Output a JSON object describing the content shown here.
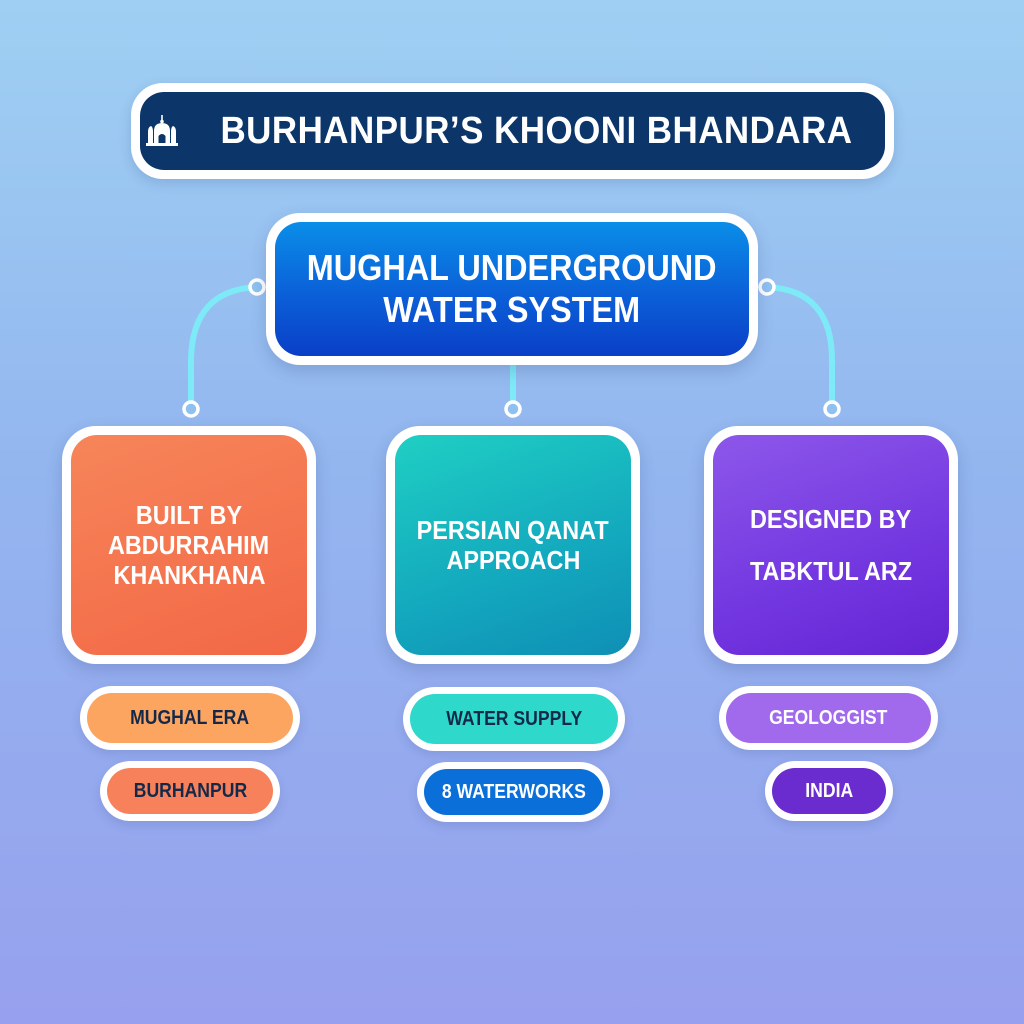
{
  "title": {
    "icon": "mosque-dome-icon",
    "text": "BURHANPUR’S KHOONI BHANDARA"
  },
  "central_node": {
    "lines": [
      "MUGHAL UNDERGROUND",
      "WATER SYSTEM"
    ]
  },
  "branches": [
    {
      "id": "builder",
      "lines": [
        "BUILT BY",
        "ABDURRAHIM",
        "KHANKHANA"
      ],
      "color": "#f26846",
      "tags": [
        {
          "label": "MUGHAL ERA",
          "bg": "#fca561",
          "text_color": "#14294a"
        },
        {
          "label": "BURHANPUR",
          "bg": "#f7815a",
          "text_color": "#14294a"
        }
      ]
    },
    {
      "id": "approach",
      "lines": [
        "PERSIAN QANAT",
        "APPROACH"
      ],
      "color": "#13a8be",
      "tags": [
        {
          "label": "WATER SUPPLY",
          "bg": "#2ed9cc",
          "text_color": "#14294a"
        },
        {
          "label": "8 WATERWORKS",
          "bg": "#0a6fd8",
          "text_color": "#ffffff"
        }
      ]
    },
    {
      "id": "designer",
      "lines": [
        "DESIGNED BY",
        "TABKTUL ARZ"
      ],
      "color": "#7337e0",
      "tags": [
        {
          "label": "GEOLOGGIST",
          "bg": "#a169ec",
          "text_color": "#ffffff"
        },
        {
          "label": "INDIA",
          "bg": "#6a2bcf",
          "text_color": "#ffffff"
        }
      ]
    }
  ],
  "colors": {
    "title_bg": "#0c3569",
    "central_bg": "#0b5fd8",
    "connector": "#7ee9f7"
  }
}
